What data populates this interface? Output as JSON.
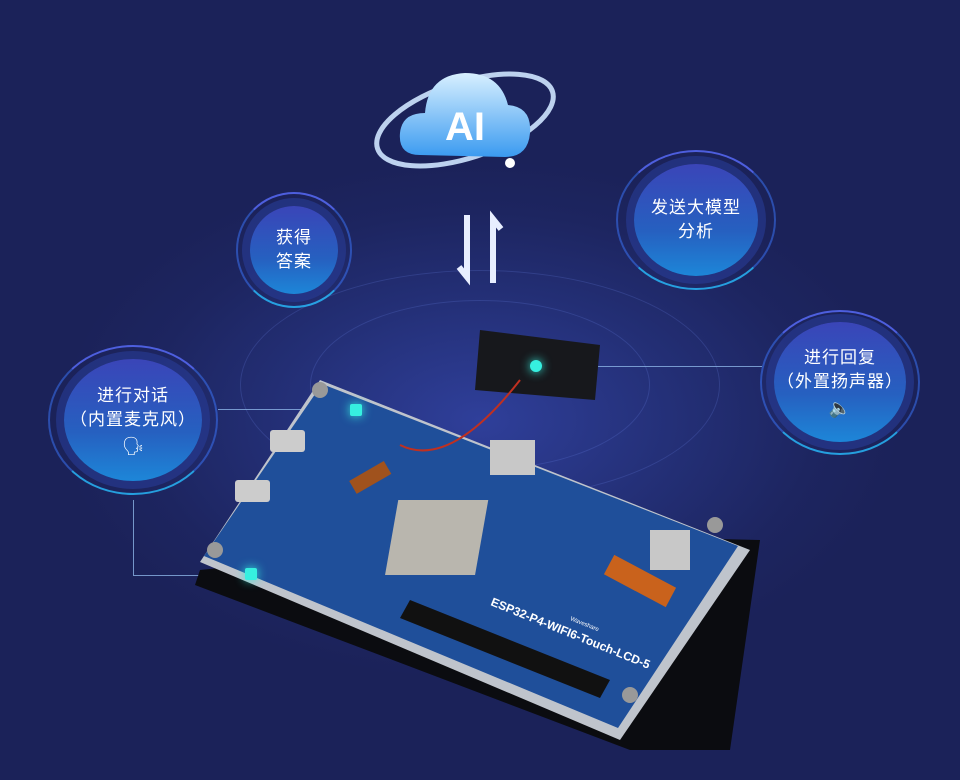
{
  "cloud": {
    "label": "AI"
  },
  "bubbles": {
    "get_answer": {
      "lines": [
        "获得",
        "答案"
      ]
    },
    "send_model": {
      "lines": [
        "发送大模型",
        "分析"
      ]
    },
    "dialog": {
      "lines": [
        "进行对话",
        "（内置麦克风）"
      ],
      "icon": "speaking-head-icon"
    },
    "reply": {
      "lines": [
        "进行回复",
        "（外置扬声器）"
      ],
      "icon": "speaker-icon"
    }
  },
  "board": {
    "model": "ESP32-P4-WIFI6-Touch-LCD-5",
    "brand": "Waveshare"
  },
  "colors": {
    "background": "#1d2560",
    "accent": "#36f0e0",
    "pcb": "#1f4f9a"
  }
}
